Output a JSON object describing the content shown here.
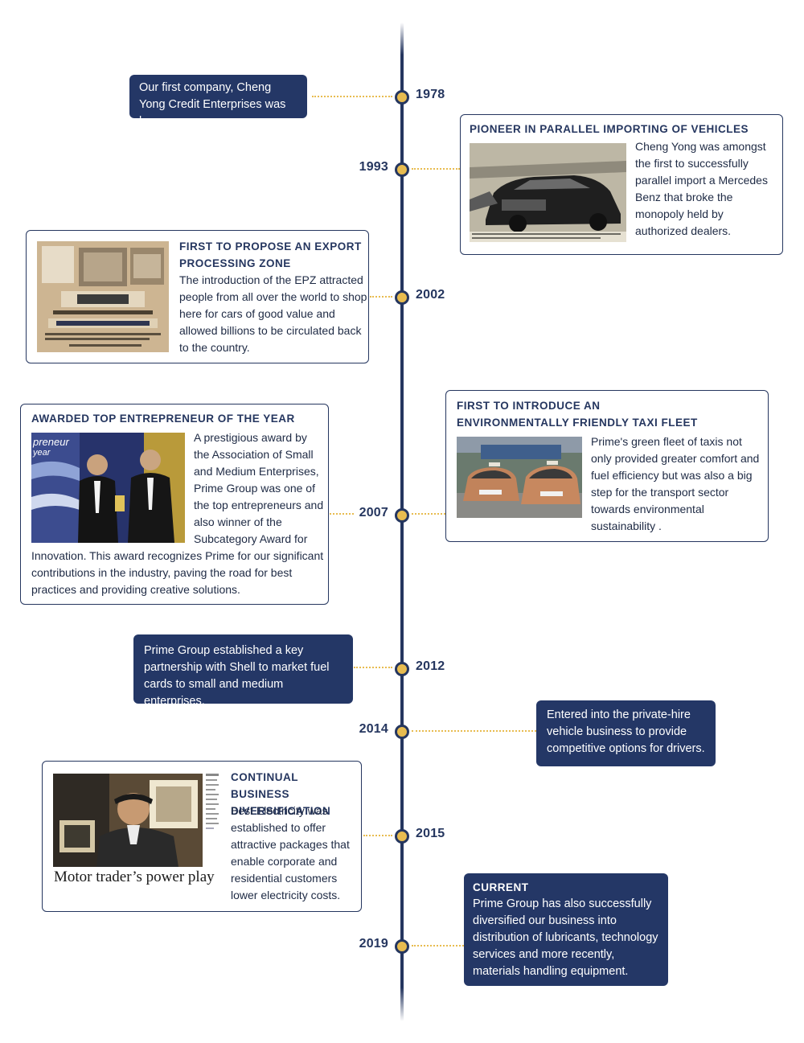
{
  "timeline": {
    "colors": {
      "navy": "#243766",
      "line": "#25365f",
      "node_fill": "#e8bc50",
      "connector": "#e8bc50"
    },
    "entries": [
      {
        "year": "1978",
        "text": "Our first company, Cheng Yong Credit Enterprises was born."
      },
      {
        "year": "1993",
        "title": "PIONEER IN PARALLEL IMPORTING OF VEHICLES",
        "text": "Cheng Yong was amongst the first to successfully parallel import a Mercedes Benz that broke the monopoly held by authorized dealers.",
        "image_icon": "newspaper-car-photo"
      },
      {
        "year": "2002",
        "title": "FIRST TO PROPOSE AN EXPORT PROCESSING ZONE",
        "text": "The introduction of the EPZ attracted people from all over the world to shop here for cars of good value and allowed billions to be circulated back to the country.",
        "image_icon": "epz-poster-photo"
      },
      {
        "year": "2007",
        "title": "AWARDED TOP ENTREPRENEUR OF THE YEAR",
        "text": "A prestigious award by the Association of Small and Medium Enterprises, Prime Group was one of the top entrepreneurs and also winner of the Subcategory Award for Innovation. This award recognizes Prime for our significant contributions in the industry, paving the road for best practices and providing creative solutions.",
        "image_icon": "award-ceremony-photo"
      },
      {
        "year": "2007",
        "title": "FIRST TO INTRODUCE AN ENVIRONMENTALLY FRIENDLY TAXI FLEET",
        "text": "Prime's green fleet of taxis not only provided greater comfort and fuel efficiency but was also a big step for the transport sector towards environmental sustainability .",
        "image_icon": "taxi-fleet-photo"
      },
      {
        "year": "2012",
        "text": "Prime Group established a key partnership with Shell to market fuel cards to small and medium enterprises."
      },
      {
        "year": "2014",
        "text": "Entered into the private-hire vehicle business to provide competitive options for drivers."
      },
      {
        "year": "2015",
        "title": "CONTINUAL BUSINESS DIVERSIFICATION",
        "text": "Best Electricity was established to offer attractive packages that enable corporate and residential customers lower electricity costs.",
        "image_icon": "newspaper-portrait-photo",
        "image_caption": "Motor trader’s power play"
      },
      {
        "year": "2019",
        "title": "CURRENT",
        "text": "Prime Group has also successfully diversified our business into distribution of lubricants, technology services and more recently, materials handling equipment."
      }
    ]
  }
}
